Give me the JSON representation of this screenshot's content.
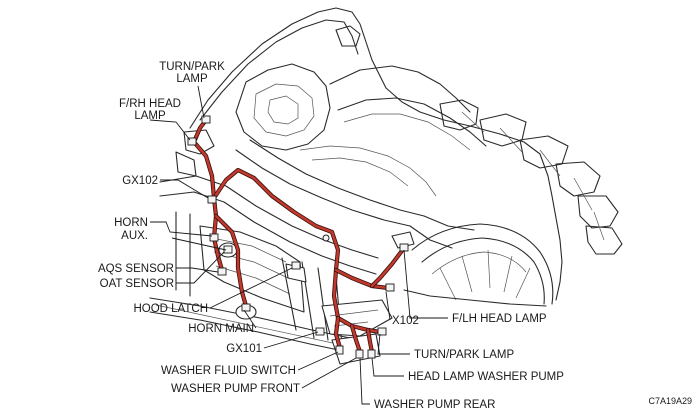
{
  "labels": {
    "turn_park_lamp_front_line1": "TURN/PARK",
    "turn_park_lamp_front_line2": "LAMP",
    "fr_rh_head_lamp_line1": "F/RH HEAD",
    "fr_rh_head_lamp_line2": "LAMP",
    "gx102": "GX102",
    "horn_aux_line1": "HORN",
    "horn_aux_line2": "AUX.",
    "aqs_sensor": "AQS SENSOR",
    "oat_sensor": "OAT SENSOR",
    "hood_latch": "HOOD LATCH",
    "horn_main": "HORN MAIN",
    "gx101": "GX101",
    "washer_fluid_switch": "WASHER FLUID SWITCH",
    "washer_pump_front": "WASHER PUMP FRONT",
    "x102": "X102",
    "fl_lh_head_lamp": "F/LH HEAD LAMP",
    "turn_park_lamp_bottom": "TURN/PARK LAMP",
    "head_lamp_washer_pump": "HEAD LAMP WASHER PUMP",
    "washer_pump_rear": "WASHER PUMP REAR"
  },
  "figure_code": "C7A19A29",
  "colors": {
    "harness": "#c0392b",
    "outline": "#2a2a2a",
    "background": "#ffffff"
  }
}
